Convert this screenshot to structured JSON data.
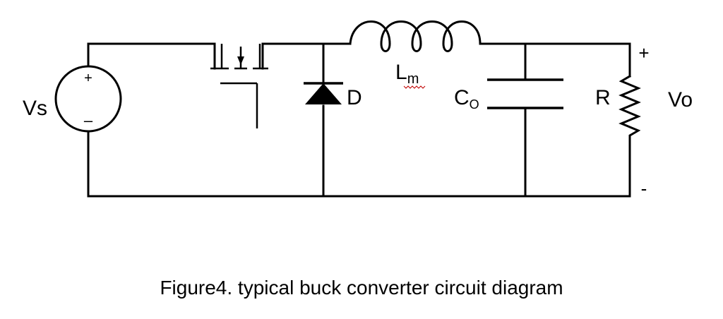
{
  "source": {
    "label": "Vs",
    "plus": "+",
    "minus": "–"
  },
  "diode": {
    "label": "D"
  },
  "inductor": {
    "label_main": "L",
    "label_sub": "m"
  },
  "capacitor": {
    "label_main": "C",
    "label_sub": "O"
  },
  "resistor": {
    "label": "R"
  },
  "output": {
    "label": "Vo",
    "plus": "+",
    "minus": "-"
  },
  "caption": "Figure4. typical buck converter circuit diagram"
}
